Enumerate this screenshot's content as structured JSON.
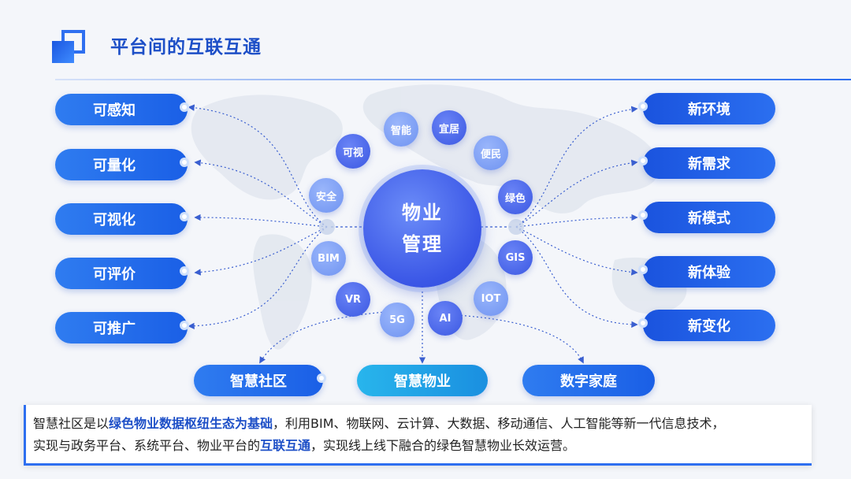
{
  "header": {
    "title": "平台间的互联互通"
  },
  "center": {
    "line1": "物业",
    "line2": "管理"
  },
  "satellites": [
    "智能",
    "宜居",
    "便民",
    "绿色",
    "GIS",
    "IOT",
    "AI",
    "5G",
    "VR",
    "BIM",
    "安全",
    "可视"
  ],
  "left_items": [
    "可感知",
    "可量化",
    "可视化",
    "可评价",
    "可推广"
  ],
  "right_items": [
    "新环境",
    "新需求",
    "新模式",
    "新体验",
    "新变化"
  ],
  "bottom_items": [
    "智慧社区",
    "智慧物业",
    "数字家庭"
  ],
  "description": {
    "p1_a": "智慧社区是以",
    "p1_hl": "绿色物业数据枢纽生态为基础",
    "p1_b": "，利用BIM、物联网、云计算、大数据、移动通信、人工智能等新一代信息技术，",
    "p2_a": "实现与政务平台、系统平台、物业平台的",
    "p2_hl": "互联互通",
    "p2_b": "，实现线上线下融合的绿色智慧物业长效运营。"
  },
  "colors": {
    "primary": "#2e6ff0",
    "title": "#1d4fc7",
    "pill_blue": "#1a5fe6",
    "pill_cyan": "#28b5ec",
    "center": "#3a56e6",
    "satellite_light": "#7b9cf3"
  }
}
